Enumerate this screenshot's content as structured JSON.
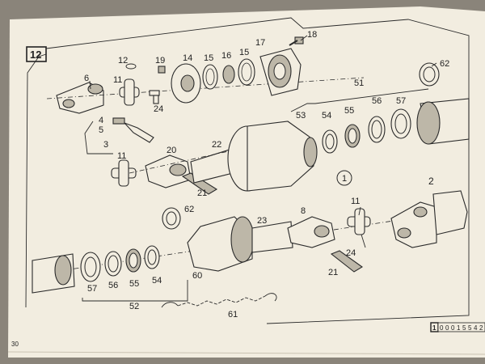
{
  "page": {
    "section_number": "12",
    "page_number": "30",
    "circled_marker": "1",
    "code_boxes": [
      "1",
      "0",
      "0",
      "0",
      "1",
      "5",
      "5",
      "4",
      "2"
    ]
  },
  "callouts": {
    "c1": "1",
    "c2": "2",
    "c3": "3",
    "c4": "4",
    "c5": "5",
    "c6": "6",
    "c8": "8",
    "c11a": "11",
    "c11b": "11",
    "c11c": "11",
    "c12": "12",
    "c14": "14",
    "c15a": "15",
    "c15b": "15",
    "c16": "16",
    "c17": "17",
    "c18": "18",
    "c19": "19",
    "c20": "20",
    "c21a": "21",
    "c21b": "21",
    "c22": "22",
    "c23": "23",
    "c24a": "24",
    "c24b": "24",
    "c51": "51",
    "c52": "52",
    "c53": "53",
    "c54a": "54",
    "c54b": "54",
    "c55a": "55",
    "c55b": "55",
    "c56a": "56",
    "c56b": "56",
    "c57a": "57",
    "c57b": "57",
    "c60": "60",
    "c61": "61",
    "c62a": "62",
    "c62b": "62"
  },
  "colors": {
    "paper": "#f2ede0",
    "ink": "#2a2a2a",
    "background": "#8a847a"
  }
}
